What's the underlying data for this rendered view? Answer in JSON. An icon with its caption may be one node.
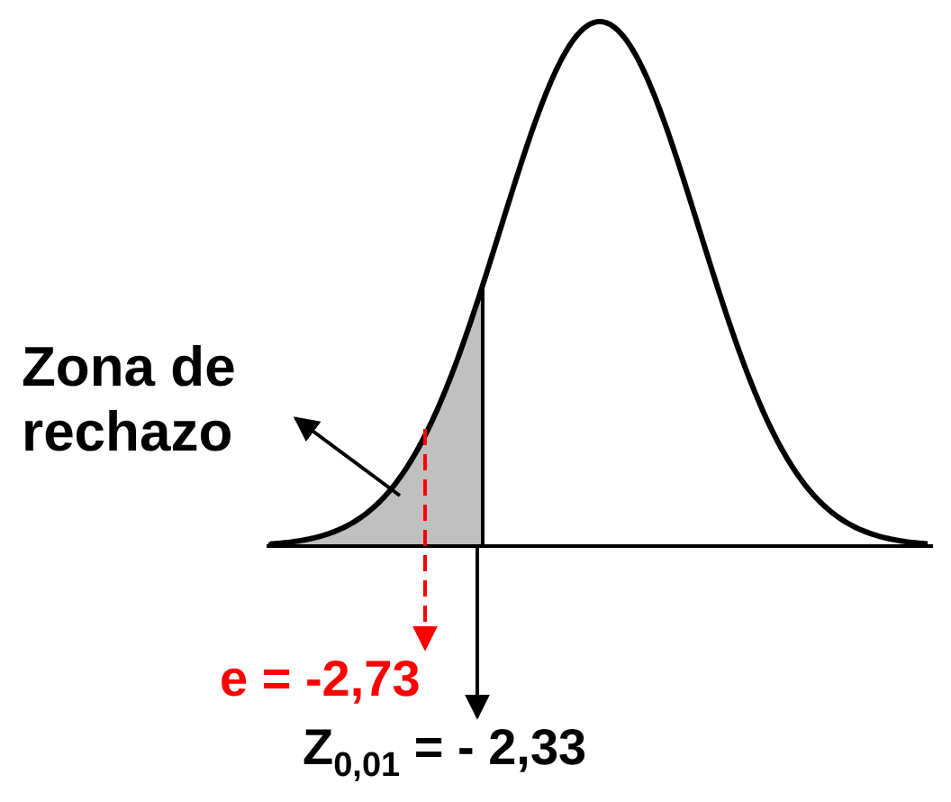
{
  "diagram": {
    "nodes": [
      {
        "text": [
          "Zona de rechazo"
        ]
      },
      {
        "text": [],
        "shape": "picture"
      },
      {
        "text": [
          "e = -2,73"
        ]
      },
      {
        "text": [
          "Z$_{0,01}$ = - 2,33"
        ]
      }
    ],
    "edges": [
      {
        "from": 1,
        "to": 0,
        "arrow": "to"
      },
      {
        "from": 1,
        "to": 2,
        "arrow": "to",
        "style": "dashed",
        "color": "#ff0000"
      },
      {
        "from": 1,
        "to": 3,
        "arrow": "to"
      }
    ]
  }
}
